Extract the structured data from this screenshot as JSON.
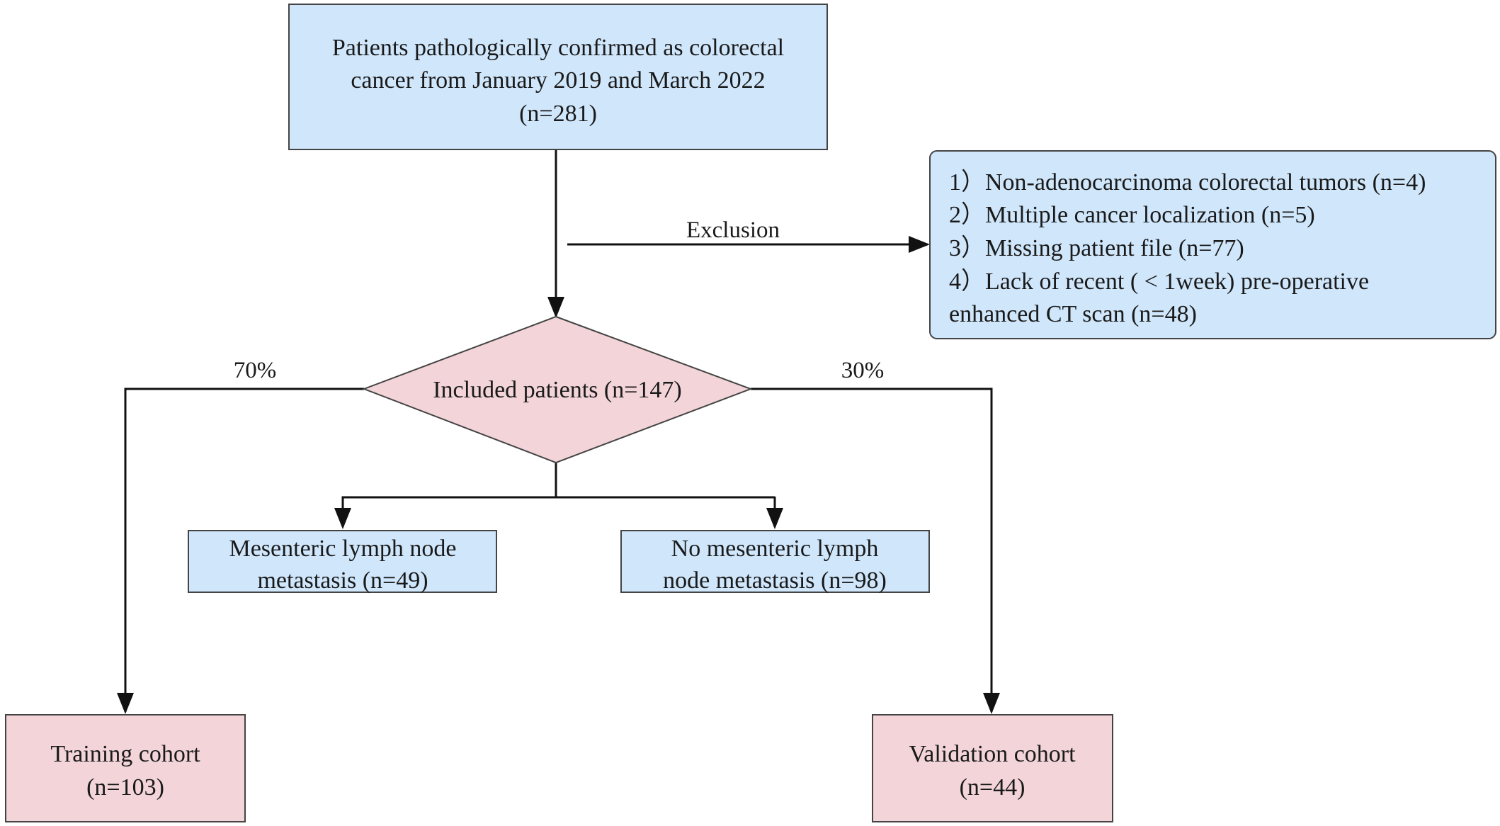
{
  "colors": {
    "blue_fill": "#cfe6fb",
    "pink_fill": "#f2d4d9",
    "stroke": "#111111"
  },
  "boxes": {
    "source": {
      "lines": [
        "Patients pathologically confirmed as colorectal",
        "cancer from January 2019 and March 2022",
        "(n=281)"
      ]
    },
    "exclusion": {
      "lines": [
        "1）Non-adenocarcinoma colorectal tumors (n=4)",
        "2）Multiple cancer localization (n=5)",
        "3）Missing patient file (n=77)",
        "4）Lack of recent ( < 1week) pre-operative",
        "enhanced CT scan (n=48)"
      ]
    },
    "included": {
      "text": "Included patients (n=147)"
    },
    "mln_positive": {
      "lines": [
        "Mesenteric lymph node",
        "metastasis (n=49)"
      ]
    },
    "mln_negative": {
      "lines": [
        "No mesenteric lymph",
        "node metastasis (n=98)"
      ]
    },
    "training": {
      "lines": [
        "Training cohort",
        "(n=103)"
      ]
    },
    "validation": {
      "lines": [
        "Validation cohort",
        "(n=44)"
      ]
    }
  },
  "labels": {
    "exclusion": "Exclusion",
    "left_split": "70%",
    "right_split": "30%"
  }
}
